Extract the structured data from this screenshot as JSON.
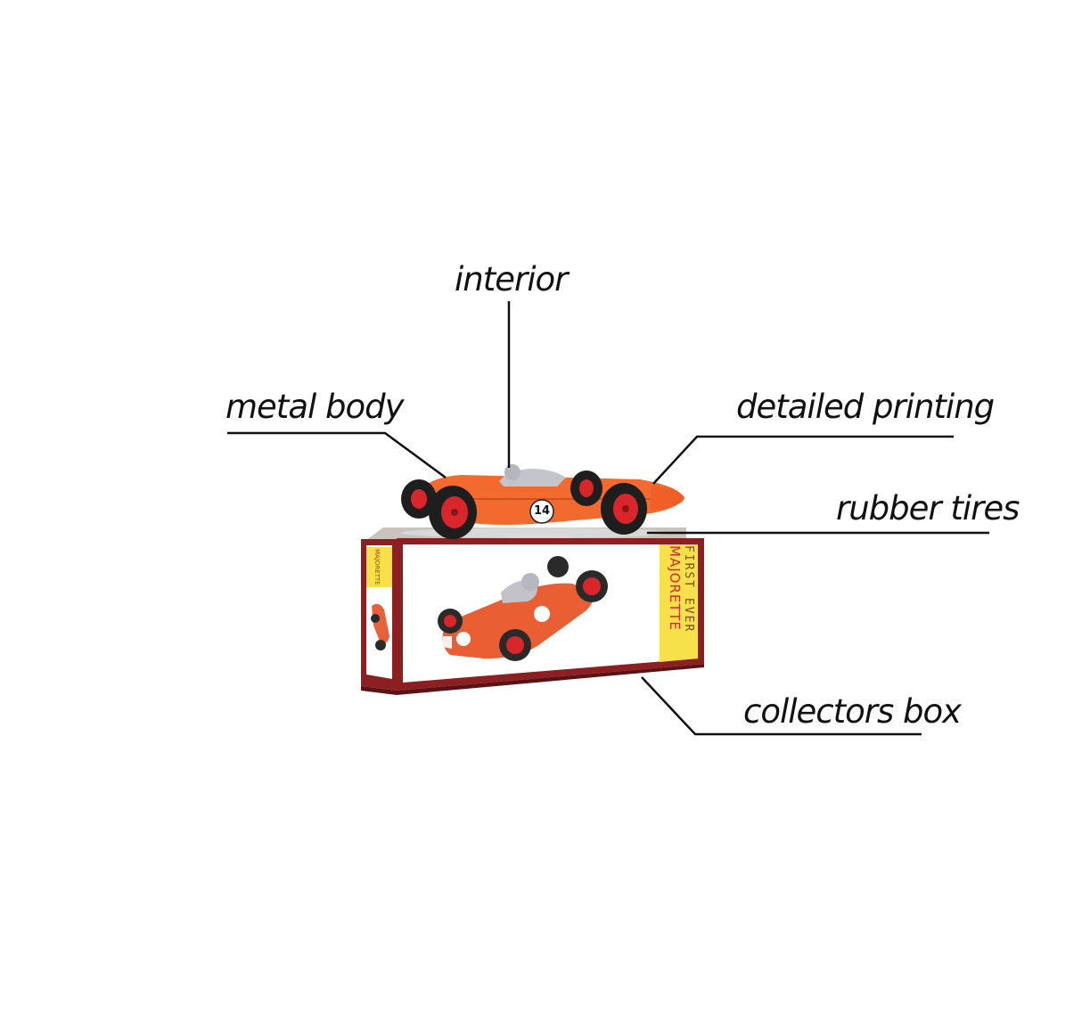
{
  "callouts": {
    "interior": "interior",
    "metal_body": "metal body",
    "detailed_printing": "detailed printing",
    "rubber_tires": "rubber tires",
    "collectors_box": "collectors box"
  },
  "product": {
    "race_number": "14",
    "box_brand": "MAJORETTE",
    "box_line": "FIRST EVER",
    "box_side_brand": "MAJORETTE"
  },
  "colors": {
    "car_orange": "#f26a2e",
    "wheel_red": "#d9262b",
    "box_border": "#8b1f22",
    "box_yellow": "#f6e14a",
    "leader_line": "#111111"
  }
}
